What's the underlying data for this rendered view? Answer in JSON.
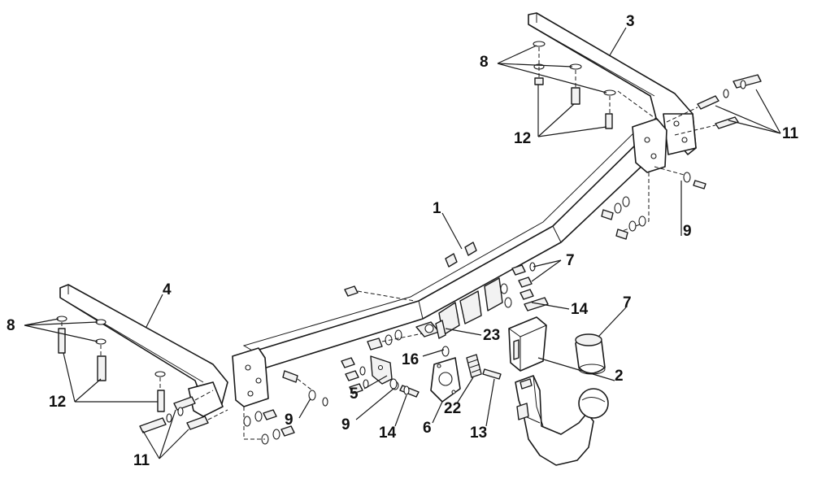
{
  "callouts": {
    "c1": "1",
    "c2": "2",
    "c3": "3",
    "c4": "4",
    "c5": "5",
    "c6": "6",
    "c7a": "7",
    "c7b": "7",
    "c8a": "8",
    "c8b": "8",
    "c9a": "9",
    "c9b": "9",
    "c9c": "9",
    "c11a": "11",
    "c11b": "11",
    "c12a": "12",
    "c12b": "12",
    "c13": "13",
    "c14a": "14",
    "c14b": "14",
    "c16": "16",
    "c22": "22",
    "c23": "23"
  },
  "colors": {
    "line": "#1a1a1a",
    "fill": "#ffffff"
  }
}
